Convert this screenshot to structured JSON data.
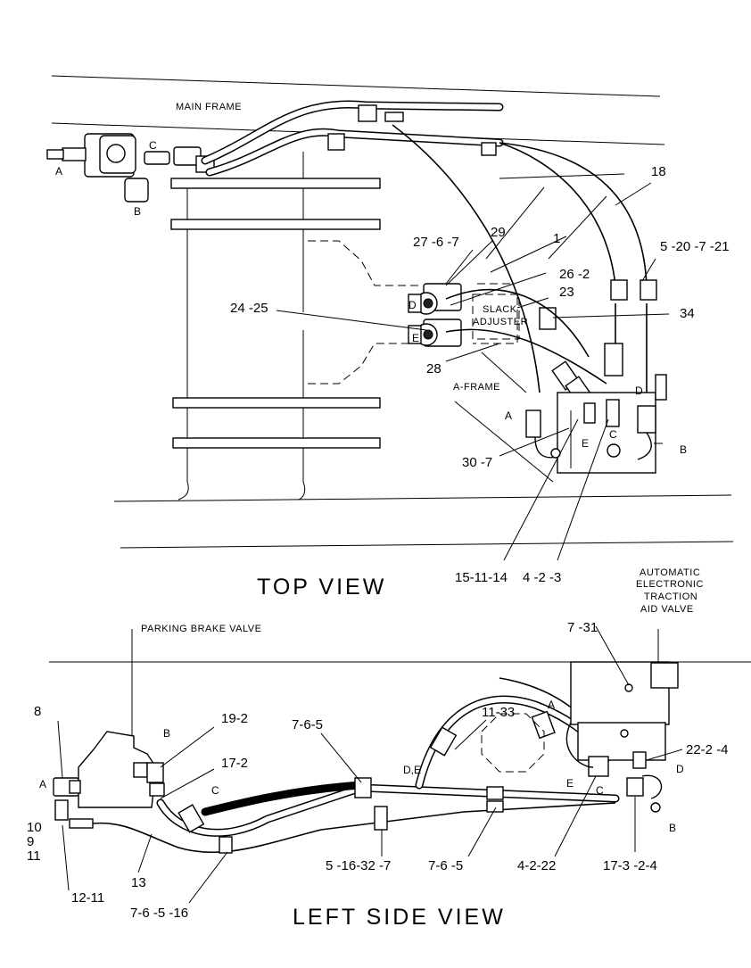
{
  "top_view": {
    "caption": "TOP VIEW",
    "main_frame": "MAIN FRAME",
    "slack_adjuster_1": "SLACK",
    "slack_adjuster_2": "ADJUSTER",
    "a_frame": "A-FRAME",
    "callouts": {
      "c18": "18",
      "c1": "1",
      "c29": "29",
      "c27_6_7": "27 -6 -7",
      "c26_2": "26 -2",
      "c5_20_7_21": "5 -20 -7 -21",
      "c23": "23",
      "c24_25": "24 -25",
      "c34": "34",
      "c28": "28",
      "c30_7": "30 -7",
      "c15_11_14": "15-11-14",
      "c4_2_3": "4 -2 -3"
    },
    "ports": [
      "A",
      "B",
      "C",
      "D",
      "E",
      "A",
      "B",
      "C",
      "D",
      "E"
    ]
  },
  "side_view": {
    "caption": "LEFT SIDE VIEW",
    "parking_brake_valve": "PARKING BRAKE VALVE",
    "traction_line1": "AUTOMATIC",
    "traction_line2": "ELECTRONIC",
    "traction_line3": "TRACTION",
    "traction_line4": "AID VALVE",
    "callouts": {
      "c8": "8",
      "c19_2": "19-2",
      "c17_2": "17-2",
      "c7_6_5_top": "7-6-5",
      "c11_33": "11-33",
      "c7_31": "7 -31",
      "c22_2_4": "22-2 -4",
      "c10": "10",
      "c9": "9",
      "c11": "11",
      "c12_11": "12-11",
      "c13": "13",
      "c7_6_5_16": "7-6 -5 -16",
      "c5_16_32_7": "5 -16-32 -7",
      "c7_6_5_bot": "7-6 -5",
      "c4_2_22": "4-2-22",
      "c17_3_2_4": "17-3 -2-4"
    },
    "ports": [
      "A",
      "B",
      "C",
      "A",
      "D,E",
      "E",
      "C",
      "D",
      "B"
    ]
  }
}
